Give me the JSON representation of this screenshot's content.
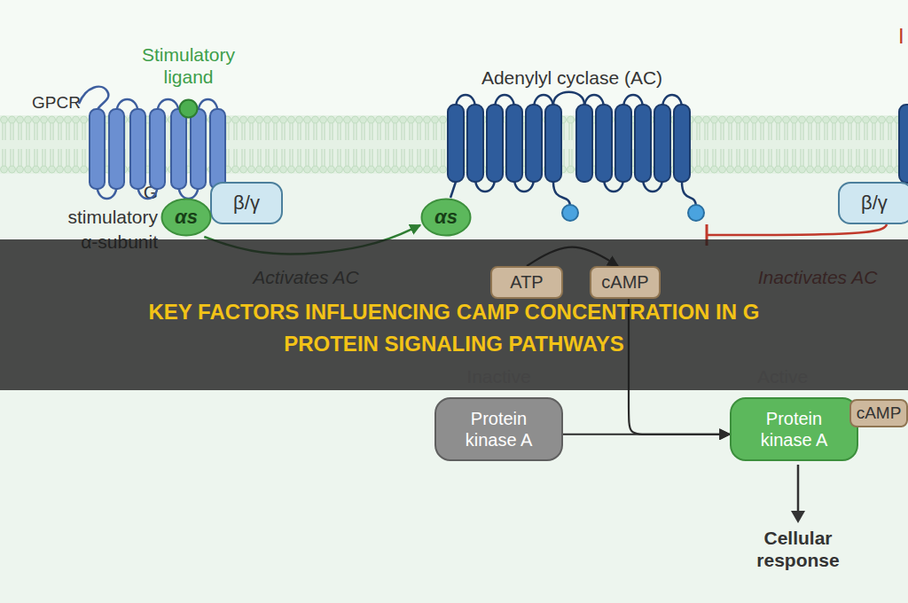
{
  "diagram": {
    "title": "KEY FACTORS INFLUENCING CAMP CONCENTRATION IN G PROTEIN SIGNALING PATHWAYS",
    "nodes": [
      {
        "text": [
          "GPCR"
        ]
      },
      {
        "text": [
          "Stimulatory ligand"
        ]
      },
      {
        "text": [
          "αs"
        ]
      },
      {
        "text": [
          "β/γ"
        ]
      },
      {
        "text": [
          "Adenylyl cyclase (AC)"
        ]
      },
      {
        "text": [
          "αs"
        ]
      },
      {
        "text": [
          "β/γ"
        ]
      },
      {
        "text": [
          "ATP"
        ]
      },
      {
        "text": [
          "cAMP"
        ]
      },
      {
        "text": [
          "Inactive",
          "Protein kinase A"
        ]
      },
      {
        "text": [
          "Active",
          "Protein kinase A"
        ]
      },
      {
        "text": [
          "cAMP"
        ],
        "in": 10
      }
    ],
    "edges": [
      {
        "from": 2,
        "to": 5,
        "arrow": "to",
        "label": "Activates AC"
      },
      {
        "from": 6,
        "to": 4,
        "arrow": "to",
        "label": "Inactivates AC"
      },
      {
        "from": 7,
        "to": 8,
        "arrow": "to"
      },
      {
        "from": 8,
        "to": 10,
        "arrow": "to"
      },
      {
        "from": 9,
        "to": 10,
        "arrow": "to"
      }
    ],
    "labels": [
      "G stimulatory α-subunit",
      "Cellular response",
      "I"
    ]
  }
}
